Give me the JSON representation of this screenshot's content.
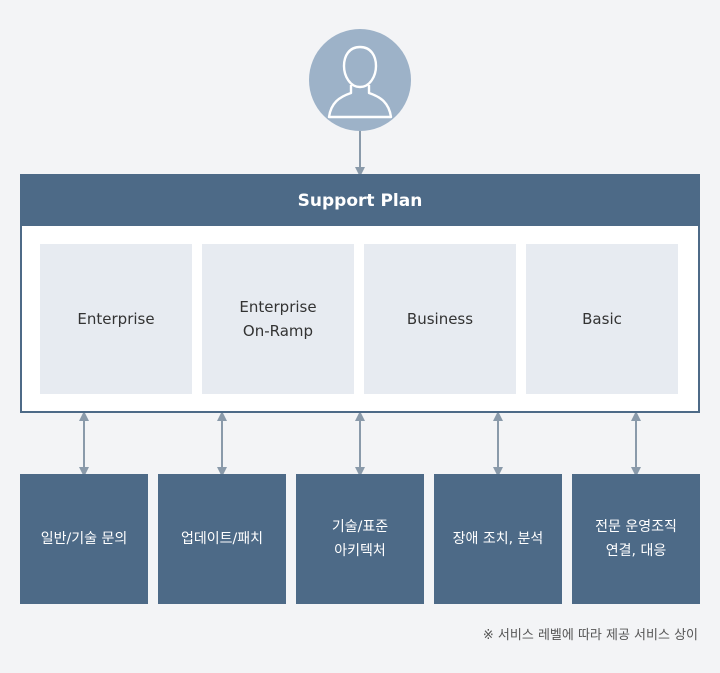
{
  "diagram": {
    "header": {
      "title": "Support Plan"
    },
    "plans": [
      {
        "line1": "Enterprise",
        "line2": ""
      },
      {
        "line1": "Enterprise",
        "line2": "On-Ramp"
      },
      {
        "line1": "Business",
        "line2": ""
      },
      {
        "line1": "Basic",
        "line2": ""
      }
    ],
    "features": [
      {
        "line1": "일반/기술 문의",
        "line2": ""
      },
      {
        "line1": "업데이트/패치",
        "line2": ""
      },
      {
        "line1": "기술/표준",
        "line2": "아키텍처"
      },
      {
        "line1": "장애 조치, 분석",
        "line2": ""
      },
      {
        "line1": "전문 운영조직",
        "line2": "연결, 대응"
      }
    ],
    "note": "※ 서비스 레벨에 따라 제공 서비스 상이",
    "colors": {
      "primary": "#4d6a87",
      "card": "#e7ebf1",
      "avatar": "#9db2c8",
      "arrow": "#8a9aaa"
    },
    "icons": {
      "user": "user-icon"
    }
  }
}
